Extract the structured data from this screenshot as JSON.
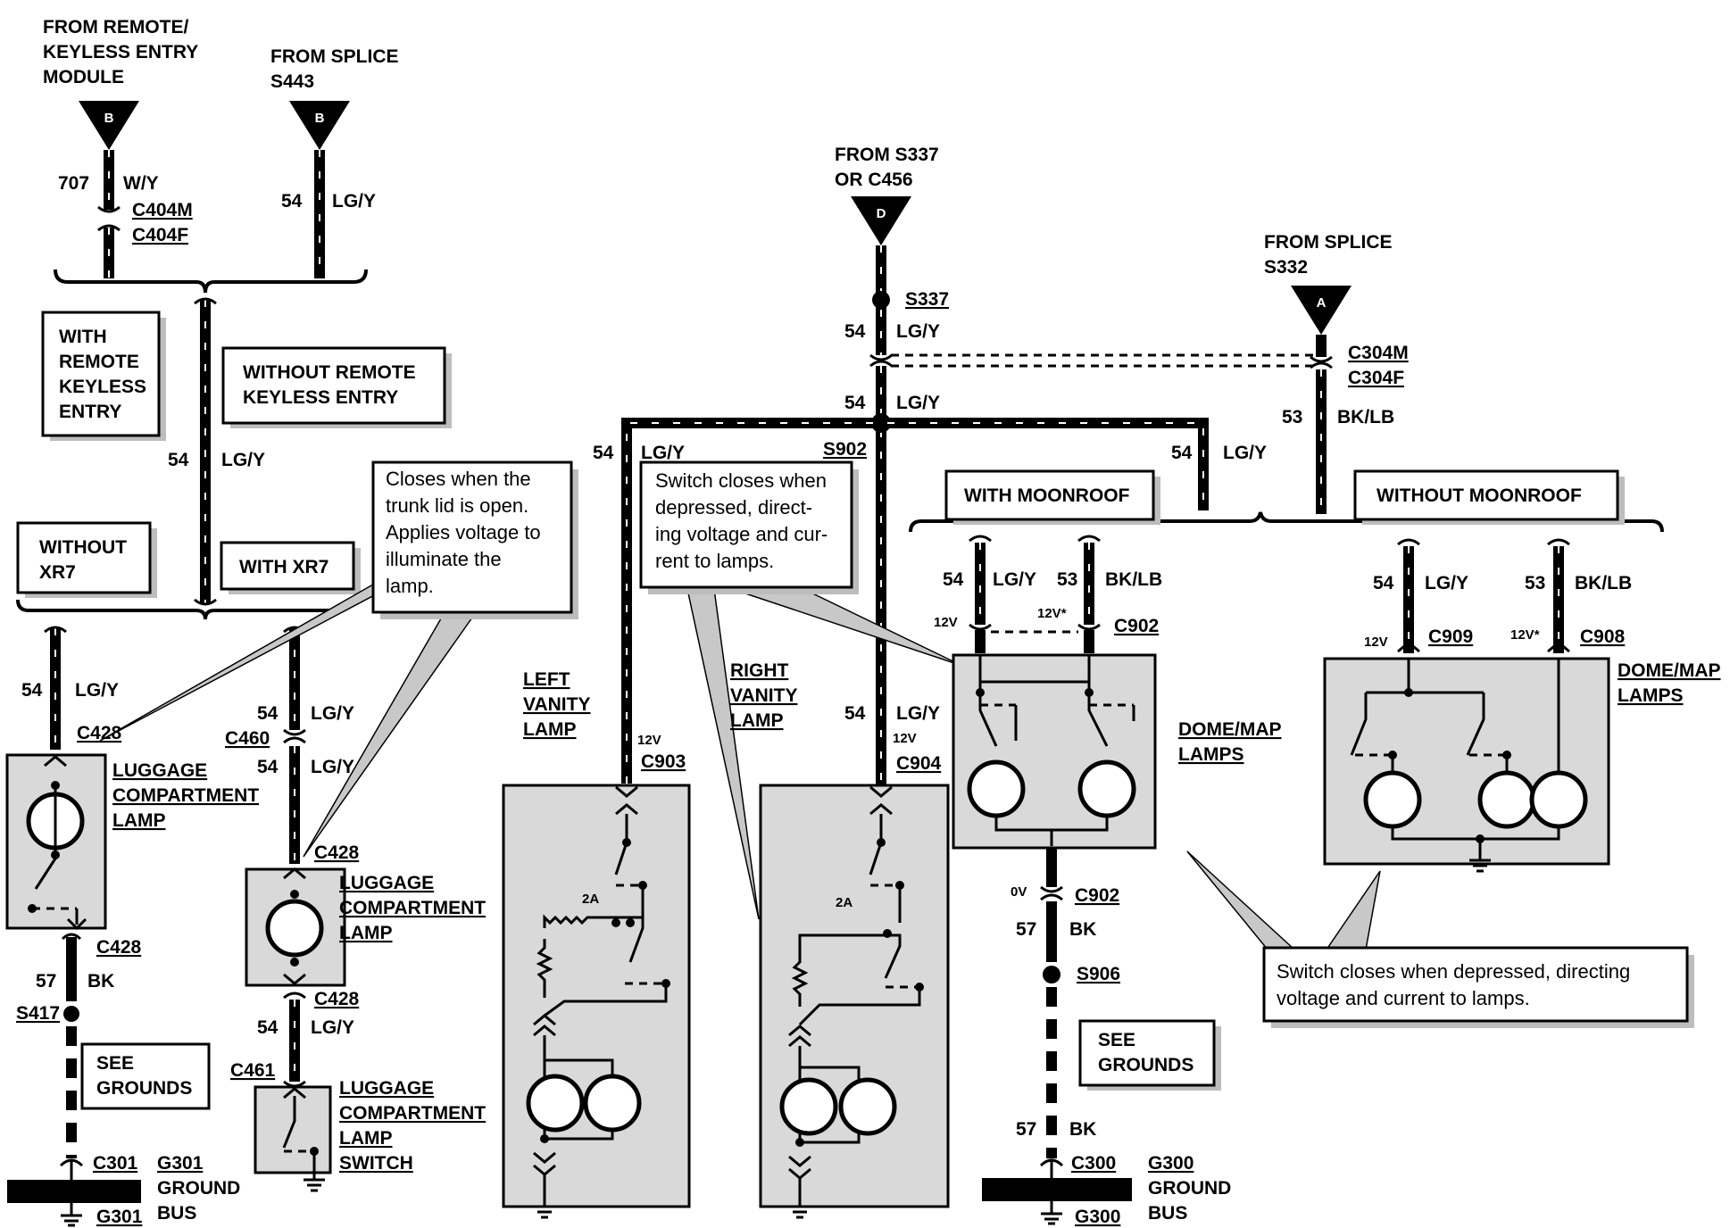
{
  "sources": {
    "remote_keyless": {
      "line1": "FROM REMOTE/",
      "line2": "KEYLESS ENTRY",
      "line3": "MODULE",
      "pin": "B"
    },
    "s443": {
      "line1": "FROM SPLICE",
      "line2": "S443",
      "pin": "B"
    },
    "s337": {
      "line1": "FROM S337",
      "line2": "OR C456",
      "pin": "D"
    },
    "s332": {
      "line1": "FROM SPLICE",
      "line2": "S332",
      "pin": "A"
    }
  },
  "wires": {
    "c707": "707",
    "wy": "W/Y",
    "c54": "54",
    "lgy": "LG/Y",
    "c53": "53",
    "bklb": "BK/LB",
    "c57": "57",
    "bk": "BK"
  },
  "connectors": {
    "c404m": "C404M",
    "c404f": "C404F",
    "c304m": "C304M",
    "c304f": "C304F",
    "c428": "C428",
    "c460": "C460",
    "c461": "C461",
    "c903": "C903",
    "c904": "C904",
    "c902": "C902",
    "c909": "C909",
    "c908": "C908",
    "c301": "C301",
    "c300": "C300"
  },
  "splices": {
    "s337": "S337",
    "s902": "S902",
    "s417": "S417",
    "s906": "S906"
  },
  "grounds": {
    "g301": "G301",
    "g300": "G300",
    "ground": "GROUND",
    "bus": "BUS",
    "see": "SEE",
    "grounds": "GROUNDS"
  },
  "voltages": {
    "v12": "12V",
    "v12star": "12V*",
    "v0": "0V",
    "amp2": "2A"
  },
  "conditions": {
    "with_remote": [
      "WITH",
      "REMOTE",
      "KEYLESS",
      "ENTRY"
    ],
    "without_remote": [
      "WITHOUT REMOTE",
      "KEYLESS ENTRY"
    ],
    "without_xr7": [
      "WITHOUT",
      "XR7"
    ],
    "with_xr7": "WITH XR7",
    "with_moonroof": "WITH MOONROOF",
    "without_moonroof": "WITHOUT MOONROOF"
  },
  "components": {
    "luggage_lamp": [
      "LUGGAGE",
      "COMPARTMENT",
      "LAMP"
    ],
    "luggage_switch": [
      "LUGGAGE",
      "COMPARTMENT",
      "LAMP",
      "SWITCH"
    ],
    "left_vanity": [
      "LEFT",
      "VANITY",
      "LAMP"
    ],
    "right_vanity": [
      "RIGHT",
      "VANITY",
      "LAMP"
    ],
    "dome_map": [
      "DOME/MAP",
      "LAMPS"
    ]
  },
  "notes": {
    "trunk": [
      "Closes when the",
      "trunk lid is open.",
      "Applies voltage to",
      "illuminate the",
      "lamp."
    ],
    "vanity": [
      "Switch closes when",
      "depressed, direct-",
      "ing voltage and cur-",
      "rent to lamps."
    ],
    "dome": [
      "Switch closes when depressed, directing",
      "voltage and current to lamps."
    ]
  }
}
